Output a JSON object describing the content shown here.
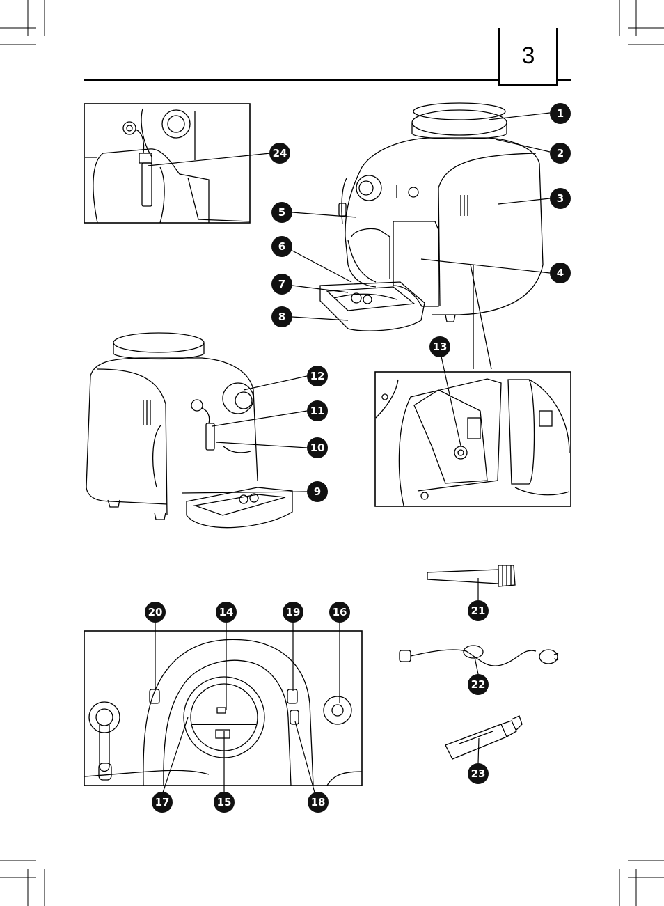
{
  "page": {
    "number": "3"
  },
  "callouts": [
    "1",
    "2",
    "3",
    "4",
    "5",
    "6",
    "7",
    "8",
    "9",
    "10",
    "11",
    "12",
    "13",
    "14",
    "15",
    "16",
    "17",
    "18",
    "19",
    "20",
    "21",
    "22",
    "23",
    "24"
  ]
}
